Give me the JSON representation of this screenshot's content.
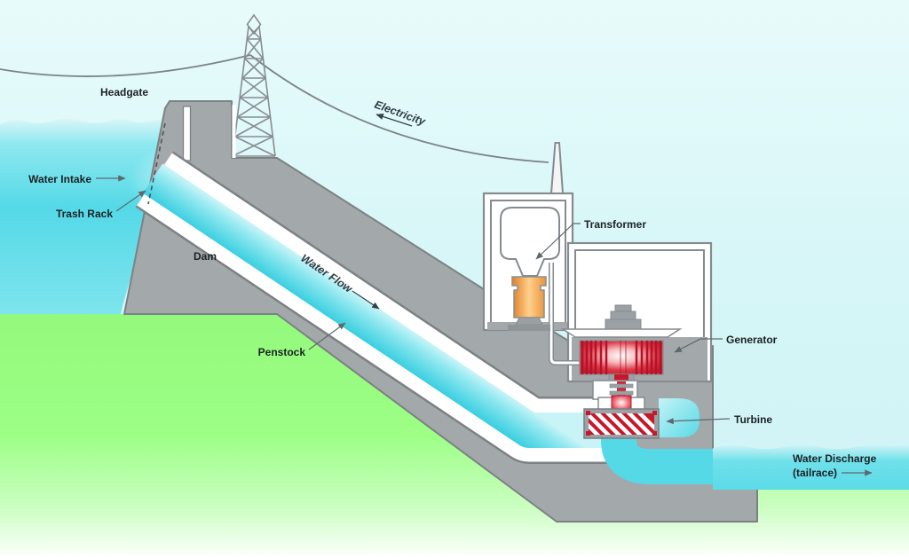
{
  "diagram": {
    "labels": {
      "headgate": "Headgate",
      "water_intake": "Water Intake",
      "trash_rack": "Trash Rack",
      "dam": "Dam",
      "water_flow": "Water Flow",
      "penstock": "Penstock",
      "electricity": "Electricity",
      "transformer": "Transformer",
      "generator": "Generator",
      "turbine": "Turbine",
      "water_discharge_line1": "Water Discharge",
      "water_discharge_line2": "(tailrace)"
    },
    "colors": {
      "sky": "#d7f6f7",
      "reservoir_water": "#55d9e7",
      "grass": "#9dff86",
      "concrete_gray": "#a3a8ab",
      "outline_gray": "#7c8184",
      "pipe_wall_white": "#ffffff",
      "transformer_orange": "#f09a3e",
      "machine_red": "#c6182b",
      "label_text": "#1c2124"
    }
  }
}
